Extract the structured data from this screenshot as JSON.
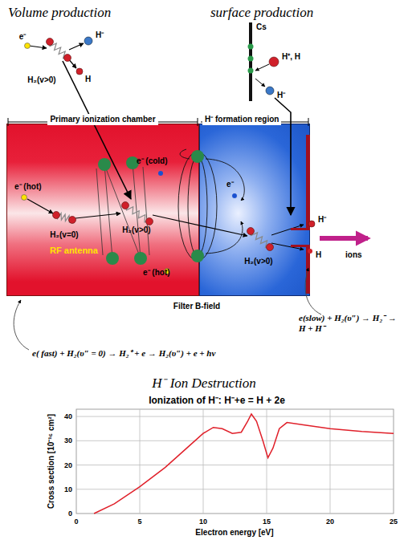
{
  "diagram": {
    "nodes": [
      {
        "text": [
          "Primary ionization chamber"
        ]
      },
      {
        "text": [
          "H⁻ formation region"
        ]
      }
    ],
    "labels": [
      "Volume production",
      "surface production",
      "e⁻",
      "H⁻",
      "H",
      "H₂(v>0)",
      "Cs",
      "H⁺, H",
      "H⁻",
      "e⁻ (hot)",
      "H₂(v=0)",
      "H₂(v>0)",
      "e⁻ (cold)",
      "RF antenna",
      "e⁻ (hot)",
      "e⁻",
      "H₂(v>0)",
      "H⁻",
      "H",
      "ions",
      "Filter B-field",
      "e(slow) + H₂(υ″) → H₂⁻ → H + H⁻",
      "e( fast) + H₂(υ″ = 0) → H₂⁺ + e → H₂(υ″) + e + hν",
      "H⁻ Ion Destruction",
      "Ionization of H⁻: H⁻+e = H + 2e",
      "Cross section [10⁻¹⁶ cm²]",
      "Electron energy [eV]",
      "0",
      "10",
      "20",
      "30",
      "40",
      "0",
      "5",
      "10",
      "15",
      "20",
      "25"
    ]
  }
}
